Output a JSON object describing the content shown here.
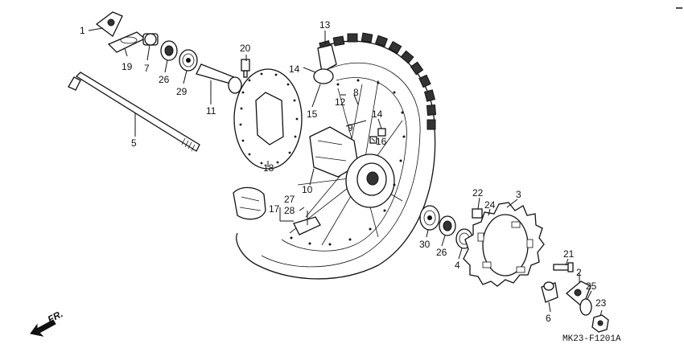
{
  "diagram_code": "MK23-F1201A",
  "direction_label": "FR.",
  "callouts": [
    {
      "id": "c1",
      "text": "1"
    },
    {
      "id": "c19",
      "text": "19"
    },
    {
      "id": "c7",
      "text": "7"
    },
    {
      "id": "c26a",
      "text": "26"
    },
    {
      "id": "c29",
      "text": "29"
    },
    {
      "id": "c11",
      "text": "11"
    },
    {
      "id": "c20",
      "text": "20"
    },
    {
      "id": "c5",
      "text": "5"
    },
    {
      "id": "c18",
      "text": "18"
    },
    {
      "id": "c13",
      "text": "13"
    },
    {
      "id": "c14a",
      "text": "14"
    },
    {
      "id": "c15",
      "text": "15"
    },
    {
      "id": "c12",
      "text": "12"
    },
    {
      "id": "c8",
      "text": "8"
    },
    {
      "id": "c9",
      "text": "9"
    },
    {
      "id": "c14b",
      "text": "14"
    },
    {
      "id": "c16",
      "text": "16"
    },
    {
      "id": "c10",
      "text": "10"
    },
    {
      "id": "c27",
      "text": "27"
    },
    {
      "id": "c17",
      "text": "17"
    },
    {
      "id": "c28",
      "text": "28"
    },
    {
      "id": "c22",
      "text": "22"
    },
    {
      "id": "c24",
      "text": "24"
    },
    {
      "id": "c3",
      "text": "3"
    },
    {
      "id": "c30",
      "text": "30"
    },
    {
      "id": "c26b",
      "text": "26"
    },
    {
      "id": "c4",
      "text": "4"
    },
    {
      "id": "c21",
      "text": "21"
    },
    {
      "id": "c2",
      "text": "2"
    },
    {
      "id": "c25",
      "text": "25"
    },
    {
      "id": "c6",
      "text": "6"
    },
    {
      "id": "c23",
      "text": "23"
    }
  ]
}
